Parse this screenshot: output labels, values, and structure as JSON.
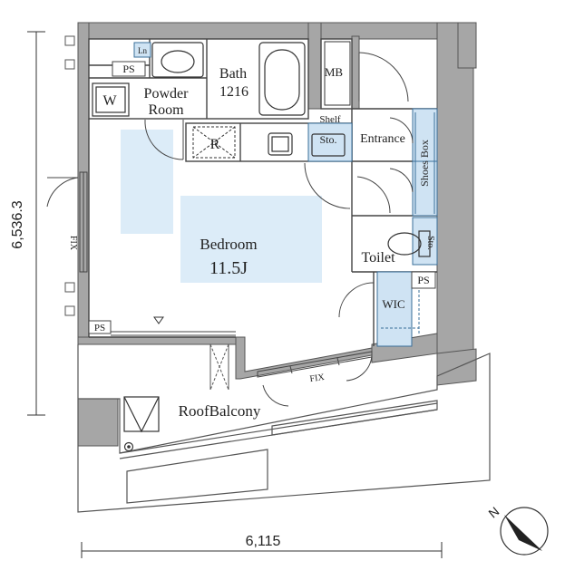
{
  "dimensions": {
    "height_label": "6,536.3",
    "width_label": "6,115"
  },
  "rooms": {
    "bedroom": "Bedroom",
    "bedroom_size": "11.5J",
    "bath": "Bath",
    "bath_size": "1216",
    "powder_line1": "Powder",
    "powder_line2": "Room",
    "entrance": "Entrance",
    "toilet": "Toilet",
    "wic": "WIC",
    "roof_balcony": "RoofBalcony",
    "mb": "MB"
  },
  "fixtures": {
    "washer": "W",
    "fridge": "R",
    "ps_1": "PS",
    "ps_2": "PS",
    "ps_3": "PS",
    "shelf": "Shelf",
    "sto_kitchen": "Sto.",
    "sto_toilet": "Sto.",
    "shoes_box": "Shoes Box",
    "ln": "Ln",
    "fix_left": "FIX",
    "fix_bottom": "FIX"
  },
  "colors": {
    "wall": "#a6a6a6",
    "wall_edge": "#555555",
    "floor_accent": "#dcecf8",
    "storage_fill": "#cfe3f3",
    "line": "#333333"
  },
  "compass": {
    "north_letter": "N"
  }
}
